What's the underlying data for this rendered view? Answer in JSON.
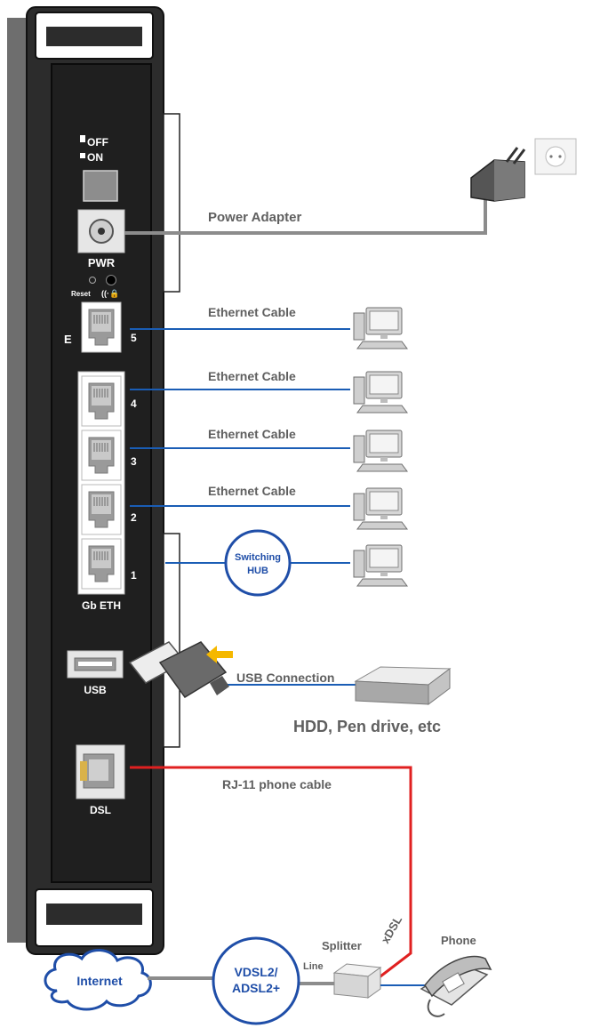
{
  "router": {
    "power_switch": {
      "off_label": "OFF",
      "on_label": "ON"
    },
    "power_port_label": "PWR",
    "reset_label": "Reset",
    "wan_side_letter": "E",
    "ethernet_ports": [
      "5",
      "4",
      "3",
      "2",
      "1"
    ],
    "ethernet_group_label": "Gb ETH",
    "usb_port_label": "USB",
    "dsl_port_label": "DSL"
  },
  "connections": {
    "power": {
      "label": "Power Adapter"
    },
    "ethernet": [
      {
        "port": "5",
        "label": "Ethernet Cable"
      },
      {
        "port": "4",
        "label": "Ethernet Cable"
      },
      {
        "port": "3",
        "label": "Ethernet Cable"
      },
      {
        "port": "2",
        "label": "Ethernet Cable"
      }
    ],
    "switching_hub": {
      "line1": "Switching",
      "line2": "HUB"
    },
    "usb": {
      "label": "USB Connection",
      "device_label": "HDD, Pen drive, etc"
    },
    "phone_cable": {
      "label": "RJ-11 phone cable"
    }
  },
  "bottom": {
    "internet_label": "Internet",
    "modem": {
      "line1": "VDSL2/",
      "line2": "ADSL2+"
    },
    "line_label": "Line",
    "splitter_label": "Splitter",
    "xdsl_label": "xDSL",
    "phone_label": "Phone"
  },
  "colors": {
    "ethernet_cable": "#1a5db5",
    "phone_cable": "#e02020",
    "power_cable": "#8c8c8c",
    "router_body": "#222222",
    "badge_outline": "#1f4ea8",
    "usb_arrow": "#f5b800"
  }
}
